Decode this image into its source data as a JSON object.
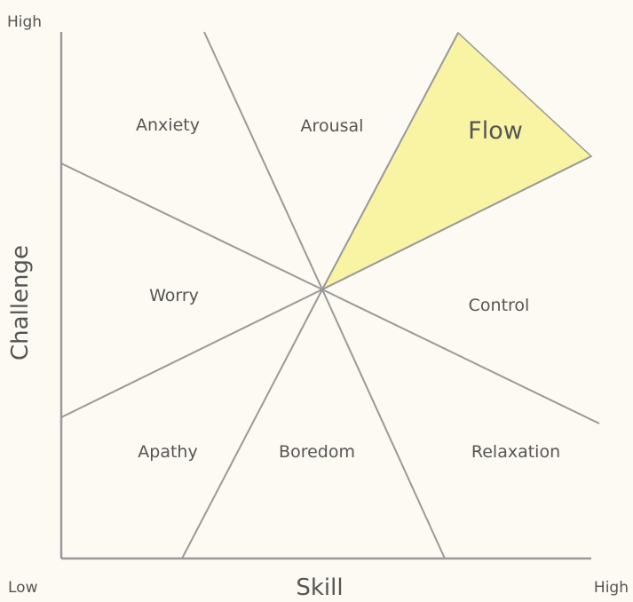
{
  "diagram": {
    "y_axis": {
      "title": "Challenge",
      "high_label": "High"
    },
    "x_axis": {
      "title": "Skill",
      "low_label": "Low",
      "high_label": "High"
    },
    "regions": {
      "anxiety": "Anxiety",
      "arousal": "Arousal",
      "flow": "Flow",
      "worry": "Worry",
      "control": "Control",
      "apathy": "Apathy",
      "boredom": "Boredom",
      "relaxation": "Relaxation"
    },
    "highlight_color": "#f8f4a4",
    "line_color": "#999999",
    "text_color": "#555555"
  }
}
